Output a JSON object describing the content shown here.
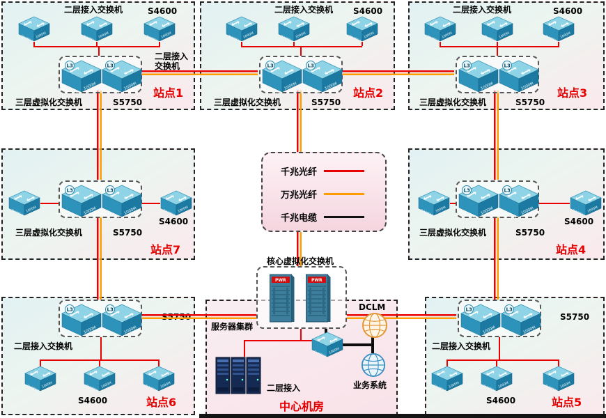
{
  "labels": {
    "l2_access_switch": "二层接入交换机",
    "l3_virtual_switch": "三层虚拟化交换机",
    "s4600": "S4600",
    "s5750": "S5750"
  },
  "sites": {
    "site1": {
      "name": "站点1"
    },
    "site2": {
      "name": "站点2"
    },
    "site3": {
      "name": "站点3"
    },
    "site4": {
      "name": "站点4"
    },
    "site5": {
      "name": "站点5"
    },
    "site6": {
      "name": "站点6"
    },
    "site7": {
      "name": "站点7"
    }
  },
  "legend": {
    "items": [
      {
        "label": "千兆光纤",
        "style": "red-line"
      },
      {
        "label": "万兆光纤",
        "style": "orange-line"
      },
      {
        "label": "千兆电缆",
        "style": "black-line"
      }
    ]
  },
  "center": {
    "core_switch_label": "核心虚拟化交换机",
    "server_cluster_label": "服务器集群",
    "l2_access_label": "二层接入",
    "dclm_label": "DCLM",
    "business_system_label": "业务系统",
    "room_label": "中心机房"
  },
  "icon_text": {
    "switch_text": "SWITCH",
    "speed_text": "1000M",
    "l3_text": "L3",
    "pwr_text": "PWR"
  },
  "colors": {
    "gigabit_fiber": "#e90000",
    "ten_gigabit_fiber": "#ff9c00",
    "gigabit_cable": "#111111",
    "site_label": "#e60000"
  },
  "icons": {
    "l2_switch": "switch-3d-icon",
    "l3_switch": "switch-3d-l3-icon",
    "core_chassis": "chassis-switch-icon",
    "server": "server-tower-icon",
    "dclm": "globe-orange-icon",
    "business": "globe-blue-icon"
  }
}
